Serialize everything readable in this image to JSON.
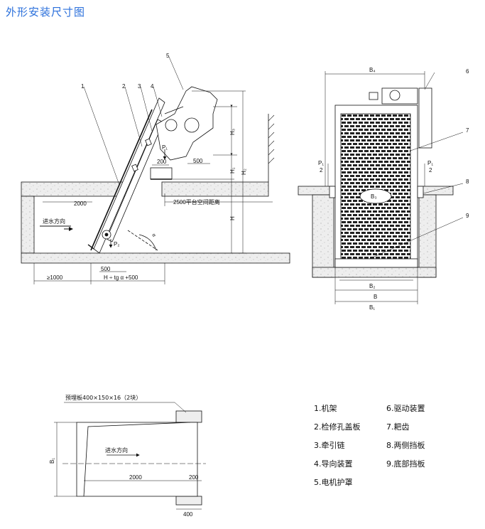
{
  "title": "外形安装尺寸图",
  "side_view": {
    "callouts": [
      "1",
      "2",
      "3",
      "4",
      "5"
    ],
    "labels": {
      "flow_direction": "进水方向",
      "p1": "P₁",
      "p2": "P₂",
      "alpha": "α",
      "h": "H",
      "h1": "H₁",
      "h2": "H₂",
      "h3": "H₃",
      "platform_gap": "2500平台空间距离"
    },
    "dims": {
      "d200": "200",
      "d500_top": "500",
      "d2000": "2000",
      "d500_bottom": "500",
      "d1000": "≥1000",
      "d_formula": "H ÷ tg α +500"
    }
  },
  "front_view": {
    "callouts": [
      "6",
      "7",
      "8",
      "9"
    ],
    "labels": {
      "b4": "B₄",
      "b3": "B₃",
      "b2": "B₂",
      "b": "B",
      "b1": "B₁",
      "p1_left_num": "P₁",
      "p1_left_den": "2",
      "p1_right_num": "P₁",
      "p1_right_den": "2"
    }
  },
  "plan_view": {
    "embed_plate": "预埋板400×150×16（2块）",
    "flow_direction": "进水方向",
    "b1": "B₁",
    "d2000": "2000",
    "d200": "200",
    "d400": "400"
  },
  "legend": [
    {
      "text": "1.机架"
    },
    {
      "text": "6.驱动装置"
    },
    {
      "text": "2.检修孔盖板"
    },
    {
      "text": "7.耙齿"
    },
    {
      "text": "3.牵引链"
    },
    {
      "text": "8.两侧挡板"
    },
    {
      "text": "4.导向装置"
    },
    {
      "text": "9.底部挡板"
    },
    {
      "text": "5.电机护罩"
    }
  ]
}
